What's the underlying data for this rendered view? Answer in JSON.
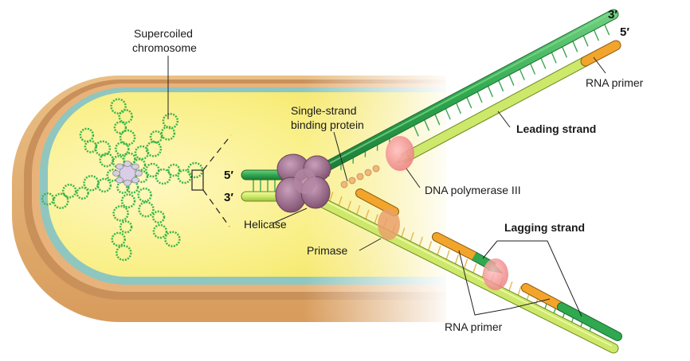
{
  "diagram": {
    "subject": "DNA replication fork in a bacterial cell",
    "labels": {
      "supercoiled_line1": "Supercoiled",
      "supercoiled_line2": "chromosome",
      "ssb_line1": "Single-strand",
      "ssb_line2": "binding protein",
      "helicase": "Helicase",
      "primase": "Primase",
      "dna_pol": "DNA polymerase III",
      "leading": "Leading strand",
      "lagging": "Lagging strand",
      "rna_primer_top": "RNA primer",
      "rna_primer_bottom": "RNA primer"
    },
    "ends": {
      "left_top": "5′",
      "left_bottom": "3′",
      "right_top": "3′",
      "right_second": "5′"
    },
    "colors": {
      "parent_strand_dark": "#2fa84f",
      "parent_strand_light": "#cde86a",
      "rna_primer": "#f2a52a",
      "helicase": "#9a6a8a",
      "polymerase": "#ef8d8d",
      "ssb": "#f0b87a",
      "cytoplasm": "#f8ee8a",
      "cell_wall": "#d9a66a",
      "membrane": "#8fc6c0"
    }
  }
}
